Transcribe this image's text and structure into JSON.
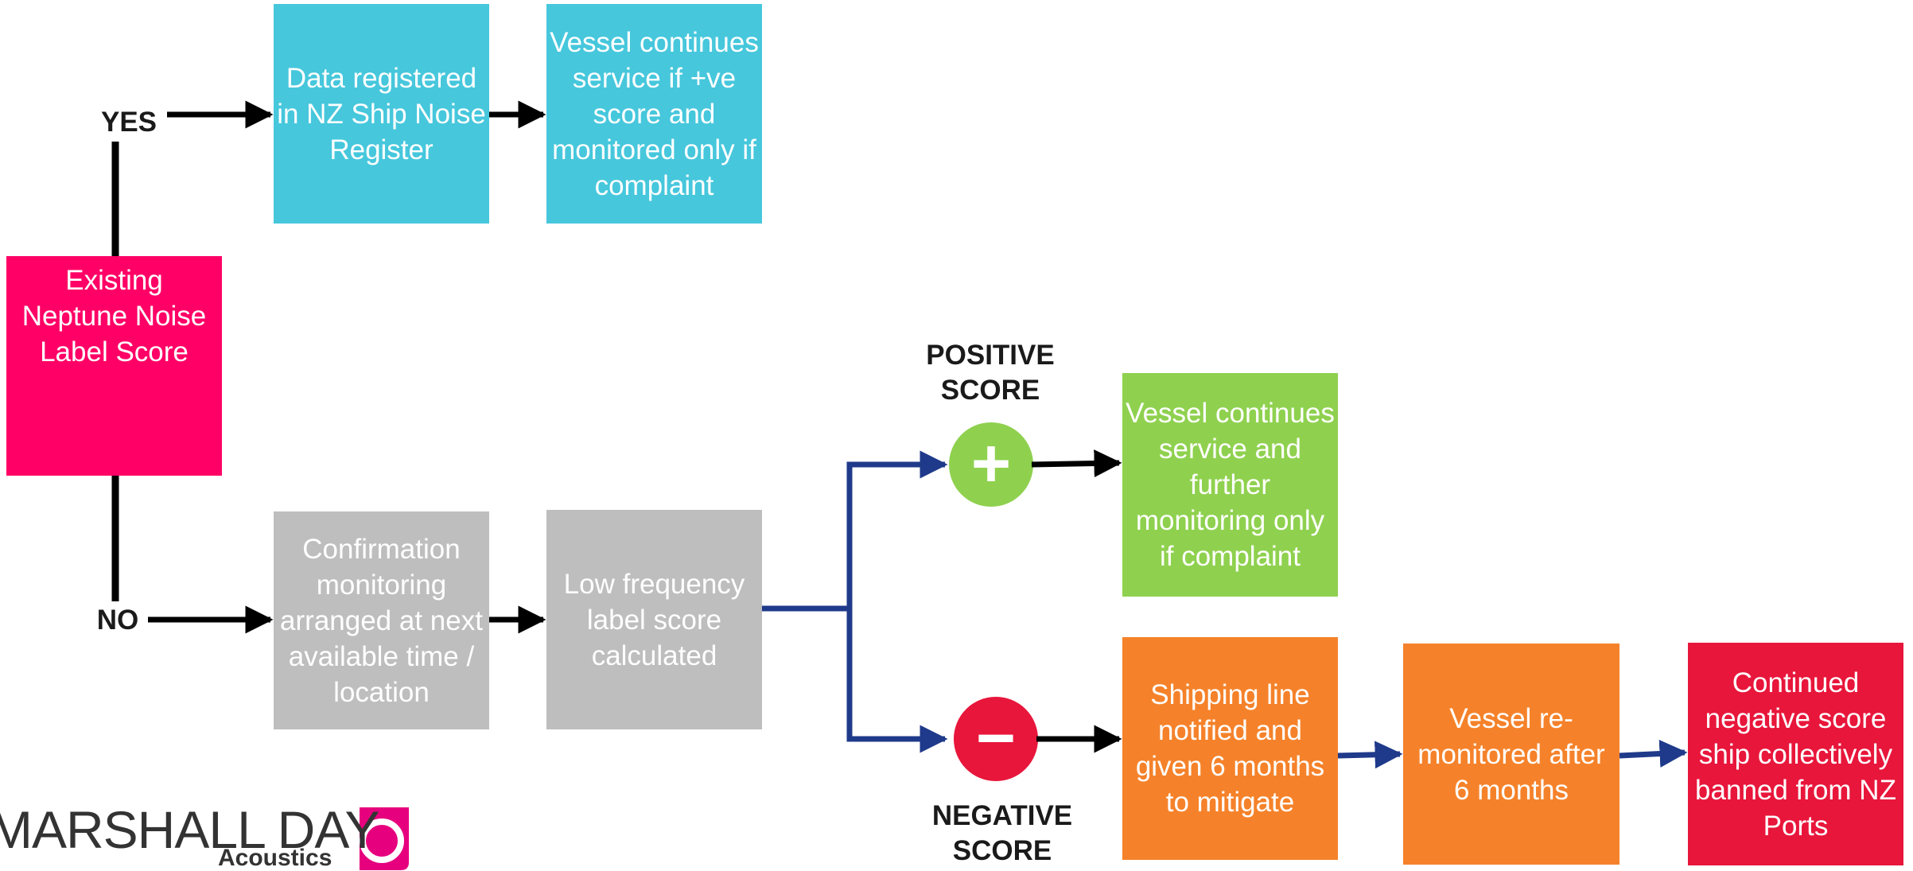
{
  "diagram": {
    "start": "Existing Neptune Noise Label Score",
    "yes_label": "YES",
    "no_label": "NO",
    "yes_step1": "Data registered in NZ Ship Noise Register",
    "yes_step2": "Vessel continues service if +ve score and monitored only if complaint",
    "no_step1": "Confirmation monitoring arranged at next available time / location",
    "no_step2": "Low frequency label score calculated",
    "positive_label_line1": "POSITIVE",
    "positive_label_line2": "SCORE",
    "negative_label_line1": "NEGATIVE",
    "negative_label_line2": "SCORE",
    "positive_outcome": "Vessel continues service and further monitoring only if complaint",
    "negative_step1": "Shipping line notified and given 6 months to mitigate",
    "negative_step2": "Vessel re-monitored after 6 months",
    "negative_step3": "Continued negative score ship collectively banned from NZ Ports",
    "plus_symbol": "+",
    "minus_symbol": "−"
  },
  "logo": {
    "name": "MARSHALL DAY",
    "sub": "Acoustics"
  },
  "colors": {
    "start": "#ff0066",
    "yes_boxes": "#46c7dc",
    "no_boxes": "#bebebe",
    "positive": "#8fd14f",
    "negative_steps": "#f5822a",
    "negative_final": "#e8163b",
    "minus_circle": "#e8163b",
    "branch_line": "#1f3a8a",
    "logo_accent": "#e6007e"
  }
}
